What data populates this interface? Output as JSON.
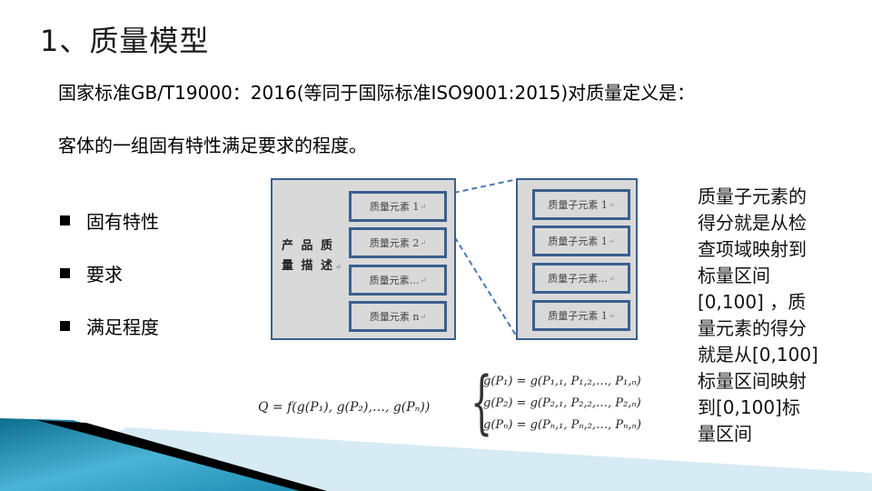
{
  "slide": {
    "title": "1、质量模型",
    "definition_line": "国家标准GB/T19000：2016(等同于国际标准ISO9001:2015)对质量定义是：",
    "definition_text": "客体的一组固有特性满足要求的程度。"
  },
  "bullets": [
    {
      "label": "固有特性"
    },
    {
      "label": "要求"
    },
    {
      "label": "满足程度"
    }
  ],
  "diagram": {
    "product_description": "产 品 质 量描述",
    "product_description_line1": "产 品 质",
    "product_description_line2": "量 描 述",
    "quality_elements": [
      "质量元素 1",
      "质量元素 2",
      "质量元素…",
      "质量元素 n"
    ],
    "quality_sub_elements": [
      "质量子元素 1",
      "质量子元素 1",
      "质量子元素…",
      "质量子元素 1"
    ],
    "return_mark": "↵",
    "border_color": "#3b5f8f",
    "fill_color": "#d9d9d9"
  },
  "side_note": {
    "lines": [
      "质量子元素的",
      "得分就是从检",
      "查项域映射到",
      "标量区间",
      "[0,100] ，质",
      "量元素的得分",
      "就是从[0,100]",
      "标量区间映射",
      "到[0,100]标",
      "量区间"
    ]
  },
  "formulas": {
    "main": "Q = f(g(P₁), g(P₂),…, g(Pₙ))",
    "system": [
      "g(P₁) = g(P₁,₁, P₁,₂,…, P₁,ₙ)",
      "g(P₂) = g(P₂,₁, P₂,₂,…, P₂,ₙ)",
      "g(Pₙ) = g(Pₙ,₁, Pₙ,₂,…, Pₙ,ₙ)"
    ],
    "brace": "{"
  },
  "theme": {
    "accent_dark": "#0e6f8e",
    "accent_light": "#5bbbd9",
    "accent_pale": "#d6ebf3"
  }
}
